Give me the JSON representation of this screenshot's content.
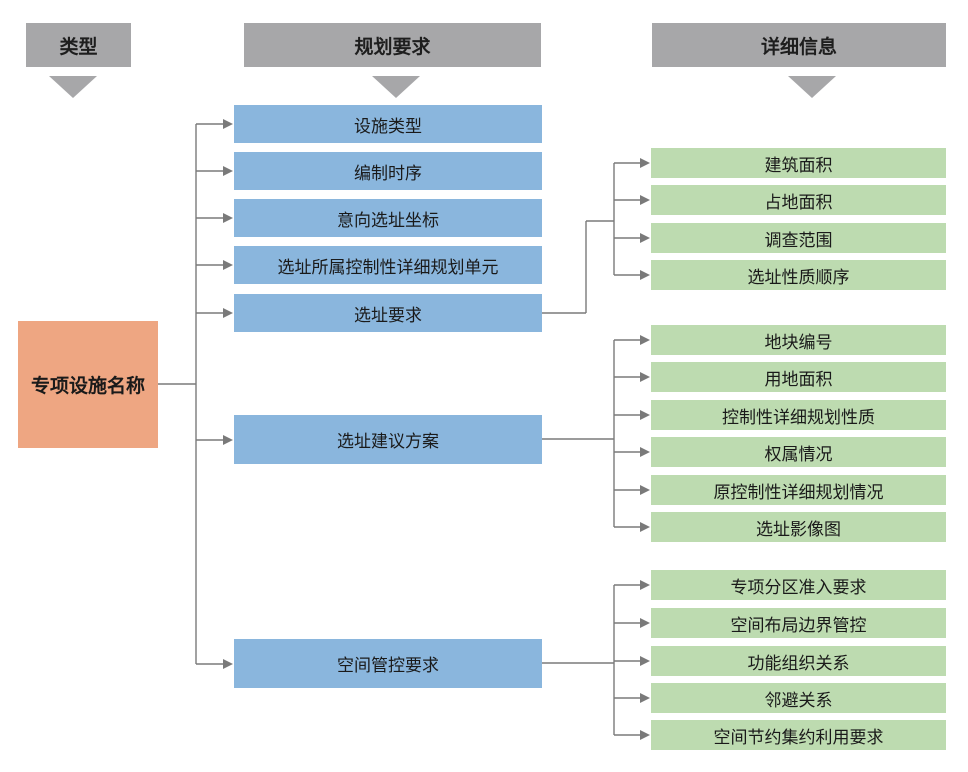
{
  "headers": {
    "type": "类型",
    "requirements": "规划要求",
    "details": "详细信息"
  },
  "root": {
    "label": "专项设施名称"
  },
  "requirements": [
    {
      "label": "设施类型"
    },
    {
      "label": "编制时序"
    },
    {
      "label": "意向选址坐标"
    },
    {
      "label": "选址所属控制性详细规划单元"
    },
    {
      "label": "选址要求"
    },
    {
      "label": "选址建议方案"
    },
    {
      "label": "空间管控要求"
    }
  ],
  "detail_groups": [
    {
      "parent": "选址要求",
      "items": [
        "建筑面积",
        "占地面积",
        "调查范围",
        "选址性质顺序"
      ]
    },
    {
      "parent": "选址建议方案",
      "items": [
        "地块编号",
        "用地面积",
        "控制性详细规划性质",
        "权属情况",
        "原控制性详细规划情况",
        "选址影像图"
      ]
    },
    {
      "parent": "空间管控要求",
      "items": [
        "专项分区准入要求",
        "空间布局边界管控",
        "功能组织关系",
        "邻避关系",
        "空间节约集约利用要求"
      ]
    }
  ],
  "colors": {
    "header": "#a7a7a9",
    "root": "#eea682",
    "requirement": "#8ab6dd",
    "detail": "#bddbb0",
    "line": "#7a7a7a",
    "down_arrow": "#a7a7a9"
  }
}
